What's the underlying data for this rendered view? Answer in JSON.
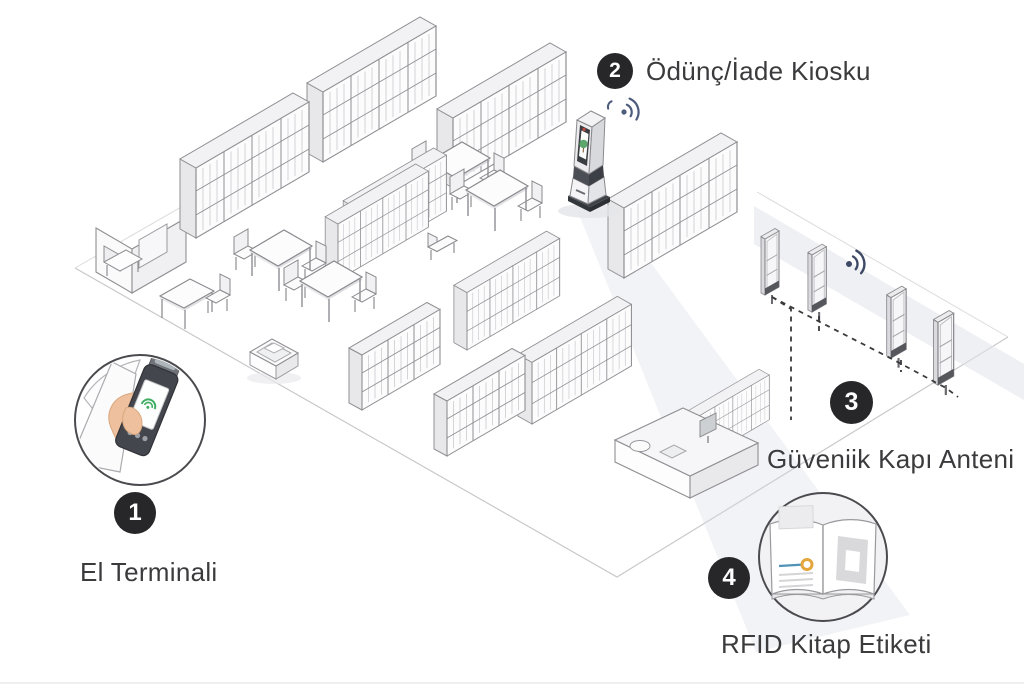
{
  "callouts": [
    {
      "number": "1",
      "label": "El Terminali"
    },
    {
      "number": "2",
      "label": "Ödünç/İade Kiosku"
    },
    {
      "number": "3",
      "label": "Güveniik Kapı Anteni"
    },
    {
      "number": "4",
      "label": "RFID Kitap Etiketi"
    }
  ],
  "icons": {
    "kiosk_signal": "wifi-signal-icon",
    "gate_signal": "wifi-signal-icon"
  },
  "colors": {
    "background": "#ffffff",
    "label_text": "#3b3b3d",
    "badge_bg": "#27272a",
    "badge_text": "#ffffff",
    "line_art": "#8f8f93",
    "wifi_icon": "#46557a",
    "kiosk_screen_green": "#4a9e5c",
    "kiosk_red_dot": "#bf4a43",
    "rfid_tag_gold": "#e4a53c",
    "book_line_blue": "#4f93b8"
  }
}
